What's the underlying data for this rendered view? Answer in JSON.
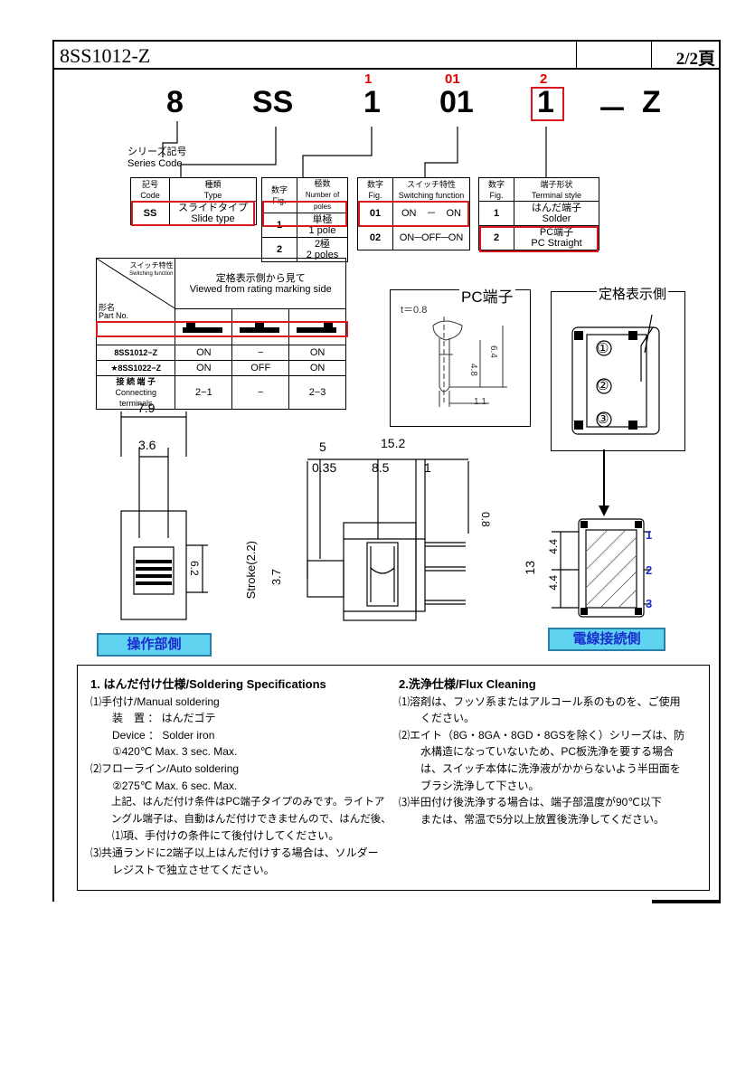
{
  "header": {
    "title": "8SS1012-Z",
    "page": "2/2頁"
  },
  "code": {
    "parts": [
      "8",
      "SS",
      "1",
      "01",
      "1",
      "－",
      "Z"
    ],
    "indices": [
      "1",
      "01",
      "2"
    ],
    "series_label_jp": "シリーズ記号",
    "series_label_en": "Series Code"
  },
  "type_table": {
    "head": [
      "記号\nCode",
      "種類\nType"
    ],
    "row": [
      "SS",
      "スライドタイプ",
      "Slide type"
    ]
  },
  "poles_table": {
    "head_fig": "数字",
    "head_fig_en": "Fig.",
    "head_name": "極数",
    "head_name_en": "Number of poles",
    "rows": [
      [
        "1",
        "単極",
        "1 pole"
      ],
      [
        "2",
        "2極",
        "2 poles"
      ]
    ]
  },
  "switch_table": {
    "head_fig": "数字",
    "head_fig_en": "Fig.",
    "head_name": "スイッチ特性",
    "head_name_en": "Switching function",
    "rows": [
      [
        "01",
        "ON　－　ON"
      ],
      [
        "02",
        "ON─OFF─ON"
      ]
    ]
  },
  "terminal_table": {
    "head_fig": "数字",
    "head_fig_en": "Fig.",
    "head_name": "端子形状",
    "head_name_en": "Terminal style",
    "rows": [
      [
        "1",
        "はんだ端子",
        "Solder"
      ],
      [
        "2",
        "PC端子",
        "PC Straight"
      ]
    ]
  },
  "func_table": {
    "corner_top": "スイッチ特性",
    "corner_top_en": "Switching function",
    "corner_bottom": "形名",
    "corner_bottom_en": "Part No.",
    "view_jp": "定格表示側から見て",
    "view_en": "Viewed from rating marking side",
    "rows": [
      [
        "8SS1012−Z",
        "ON",
        "−",
        "ON"
      ],
      [
        "★8SS1022−Z",
        "ON",
        "OFF",
        "ON"
      ]
    ],
    "term_jp": "接 続 端 子",
    "term_en1": "Connecting",
    "term_en2": "terminals",
    "term_vals": [
      "2−1",
      "−",
      "2−3"
    ]
  },
  "drawings": {
    "pc_terminal_title": "PC端子",
    "pc_t": "t＝0.8",
    "pc_d1": "4.8",
    "pc_d2": "6.4",
    "pc_d3": "1.1",
    "marking_side": "定格表示側",
    "front_d1": "7.9",
    "front_d2": "3.6",
    "front_d3": "6.2",
    "side_d1": "5",
    "side_d2": "15.2",
    "side_d3": "0.35",
    "side_d4": "8.5",
    "side_d5": "1",
    "side_d6": "0.8",
    "side_stroke": "Stroke(2.2)",
    "side_d7": "3.7",
    "bottom_d1": "13",
    "bottom_d2": "4.4",
    "bottom_d3": "4.4",
    "pins": [
      "1",
      "2",
      "3"
    ],
    "circles": [
      "①",
      "②",
      "③"
    ],
    "label_operation": "操作部側",
    "label_wire": "電線接続側"
  },
  "notes": {
    "left": [
      "1. はんだ付け仕様/Soldering Specifications",
      "⑴手付け/Manual soldering",
      "　　装　置 ： はんだゴテ",
      "　　Device ： Solder iron",
      "　　①420℃ Max. 3 sec. Max.",
      "⑵フローライン/Auto soldering",
      "　　②275℃ Max. 6 sec. Max.",
      "　　上記、はんだ付け条件はPC端子タイプのみです。ライトア",
      "　　ングル端子は、自動はんだ付けできませんので、はんだ後、",
      "　　⑴項、手付けの条件にて後付けしてください。",
      "⑶共通ランドに2端子以上はんだ付けする場合は、ソルダー",
      "　　レジストで独立させてください。"
    ],
    "right": [
      "2.洗浄仕様/Flux Cleaning",
      "⑴溶剤は、フッソ系またはアルコール系のものを、ご使用",
      "　　ください。",
      "⑵エイト（8G・8GA・8GD・8GSを除く）シリーズは、防",
      "　　水構造になっていないため、PC板洗浄を要する場合",
      "　　は、スイッチ本体に洗浄液がかからないよう半田面を",
      "　　ブラシ洗浄して下さい。",
      "⑶半田付け後洗浄する場合は、端子部温度が90℃以下",
      "　　または、常温で5分以上放置後洗浄してください。"
    ]
  },
  "colors": {
    "red": "#d8181c",
    "blue_label_bg": "#5fd2f0",
    "blue_text": "#1a2ed0"
  }
}
